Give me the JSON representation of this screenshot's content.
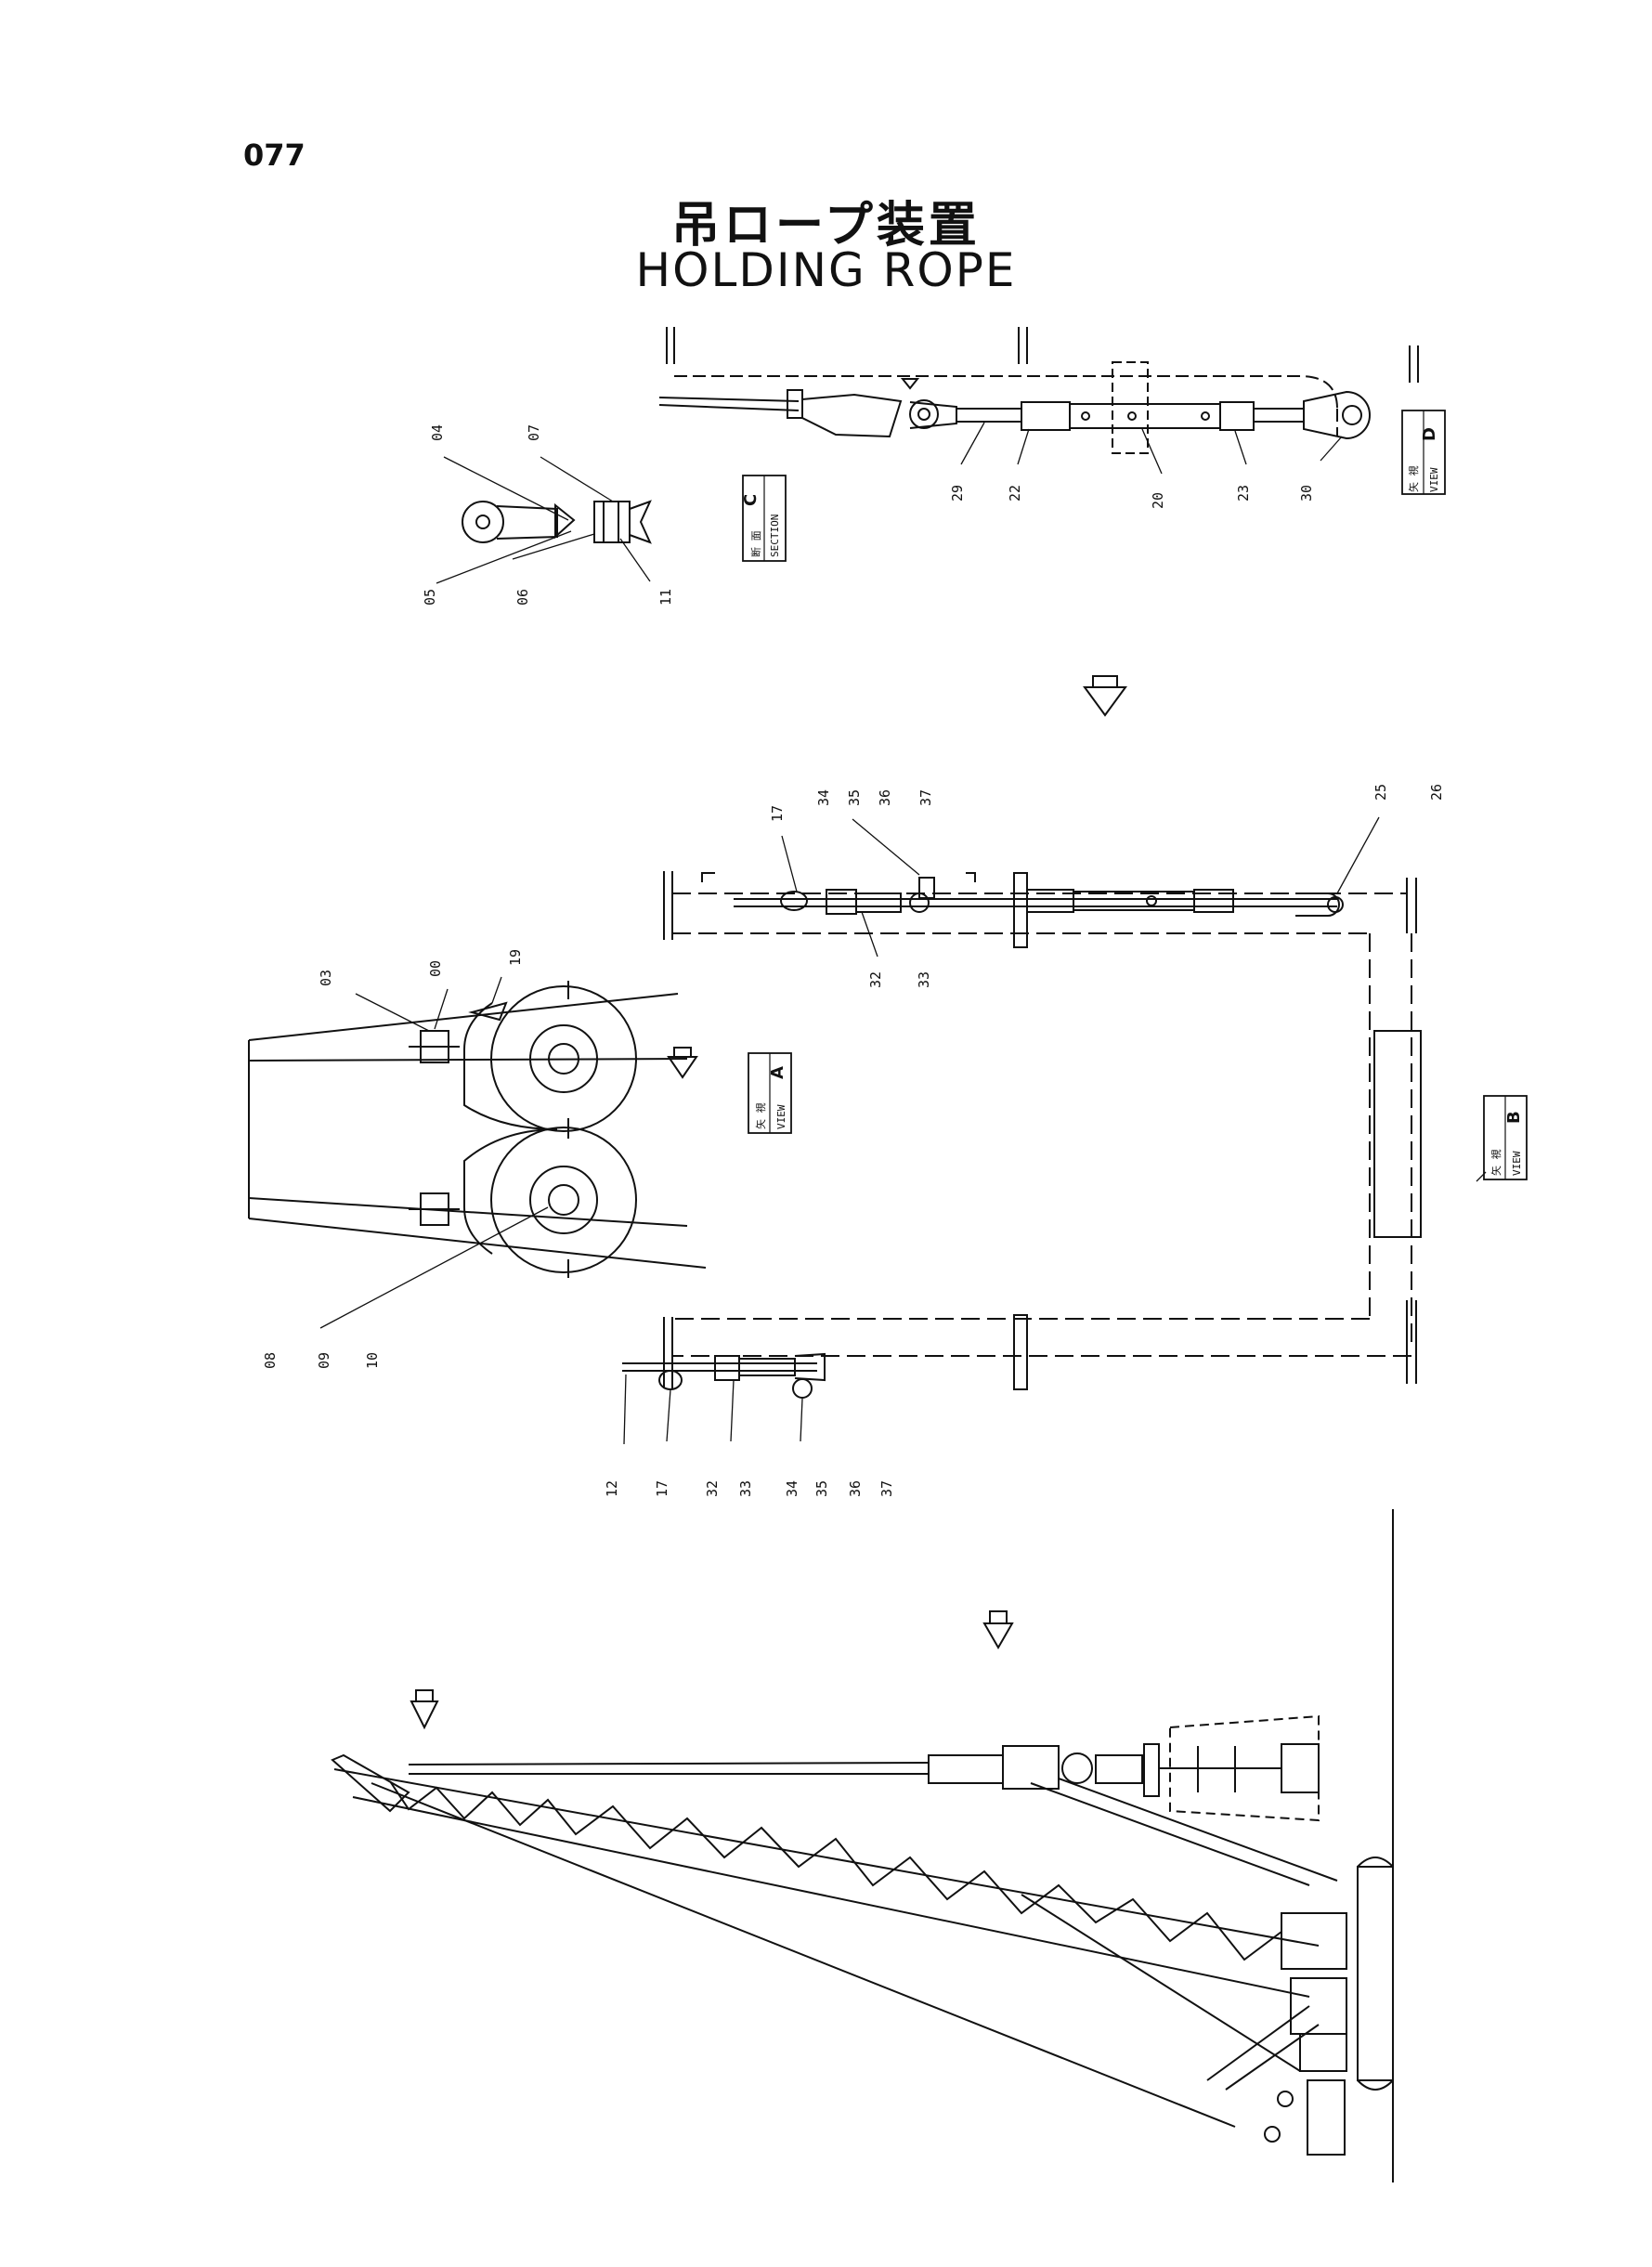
{
  "page_number": "077",
  "title_ja": "吊ロープ装置",
  "title_en": "HOLDING ROPE",
  "view_tags": {
    "section_c": {
      "small_ja": "断 面",
      "small_en": "SECTION",
      "letter": "C"
    },
    "view_d": {
      "small_ja": "矢 視",
      "small_en": "VIEW",
      "letter": "D"
    },
    "view_a": {
      "small_ja": "矢 視",
      "small_en": "VIEW",
      "letter": "A"
    },
    "view_b": {
      "small_ja": "矢 視",
      "small_en": "VIEW",
      "letter": "B"
    }
  },
  "callouts": {
    "c04": "04",
    "c07": "07",
    "c05": "05",
    "c06": "06",
    "c11": "11",
    "c29": "29",
    "c22": "22",
    "c20": "20",
    "c23": "23",
    "c30": "30",
    "c17a": "17",
    "c34a": "34",
    "c35a": "35",
    "c36a": "36",
    "c37a": "37",
    "c25": "25",
    "c26": "26",
    "c32a": "32",
    "c33a": "33",
    "c03": "03",
    "c00": "00",
    "c19": "19",
    "c08": "08",
    "c09": "09",
    "c10": "10",
    "c12": "12",
    "c17b": "17",
    "c32b": "32",
    "c33b": "33",
    "c34b": "34",
    "c35b": "35",
    "c36b": "36",
    "c37b": "37"
  }
}
